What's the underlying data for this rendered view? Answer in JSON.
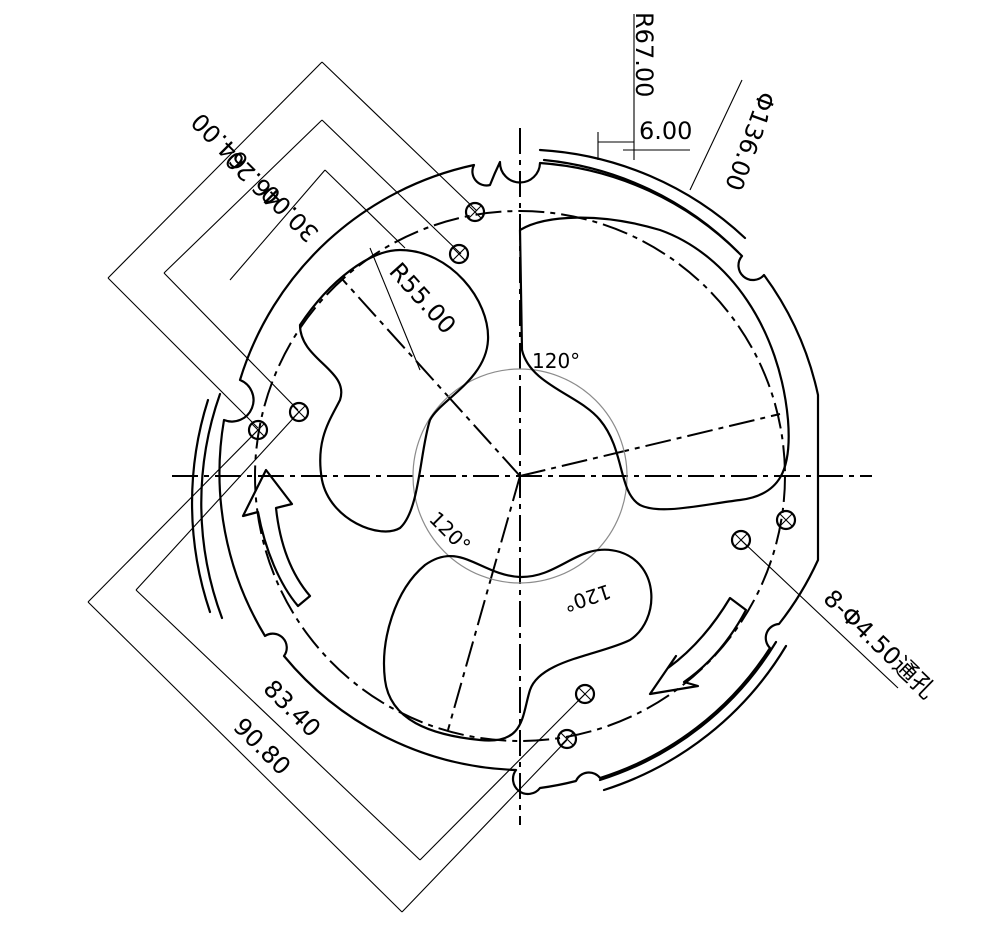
{
  "drawing": {
    "labels": {
      "r67": "R67.00",
      "d136": "Φ136.00",
      "w6": "6.00",
      "d64": "64.00",
      "d46": "46.20",
      "d30": "30.00",
      "r55": "R55.00",
      "a120_top": "120°",
      "a120_left": "120°",
      "a120_bottom": "120°",
      "d83": "83.40",
      "d90": "90.80",
      "holes": "8-Φ4.50通孔"
    }
  }
}
